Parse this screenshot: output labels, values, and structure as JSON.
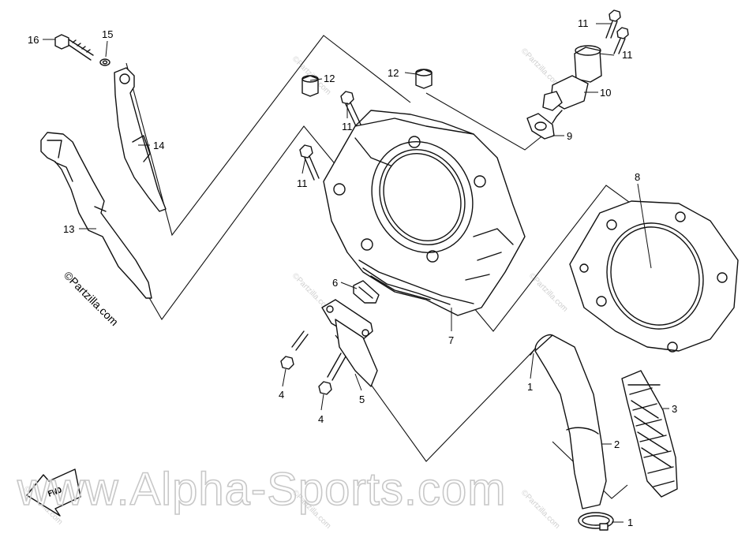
{
  "diagram": {
    "callouts": {
      "c1a": "1",
      "c1b": "1",
      "c2": "2",
      "c3": "3",
      "c4a": "4",
      "c4b": "4",
      "c5": "5",
      "c6": "6",
      "c7": "7",
      "c8": "8",
      "c9": "9",
      "c10": "10",
      "c11a": "11",
      "c11b": "11",
      "c11c": "11",
      "c11d": "11",
      "c12a": "12",
      "c12b": "12",
      "c13": "13",
      "c14": "14",
      "c15": "15",
      "c16": "16"
    },
    "copyright": "©Partzilla.com",
    "watermark": "www.Alpha-Sports.com",
    "watermark_small": "©Partzilla.com",
    "fwd_label": "FWD"
  }
}
